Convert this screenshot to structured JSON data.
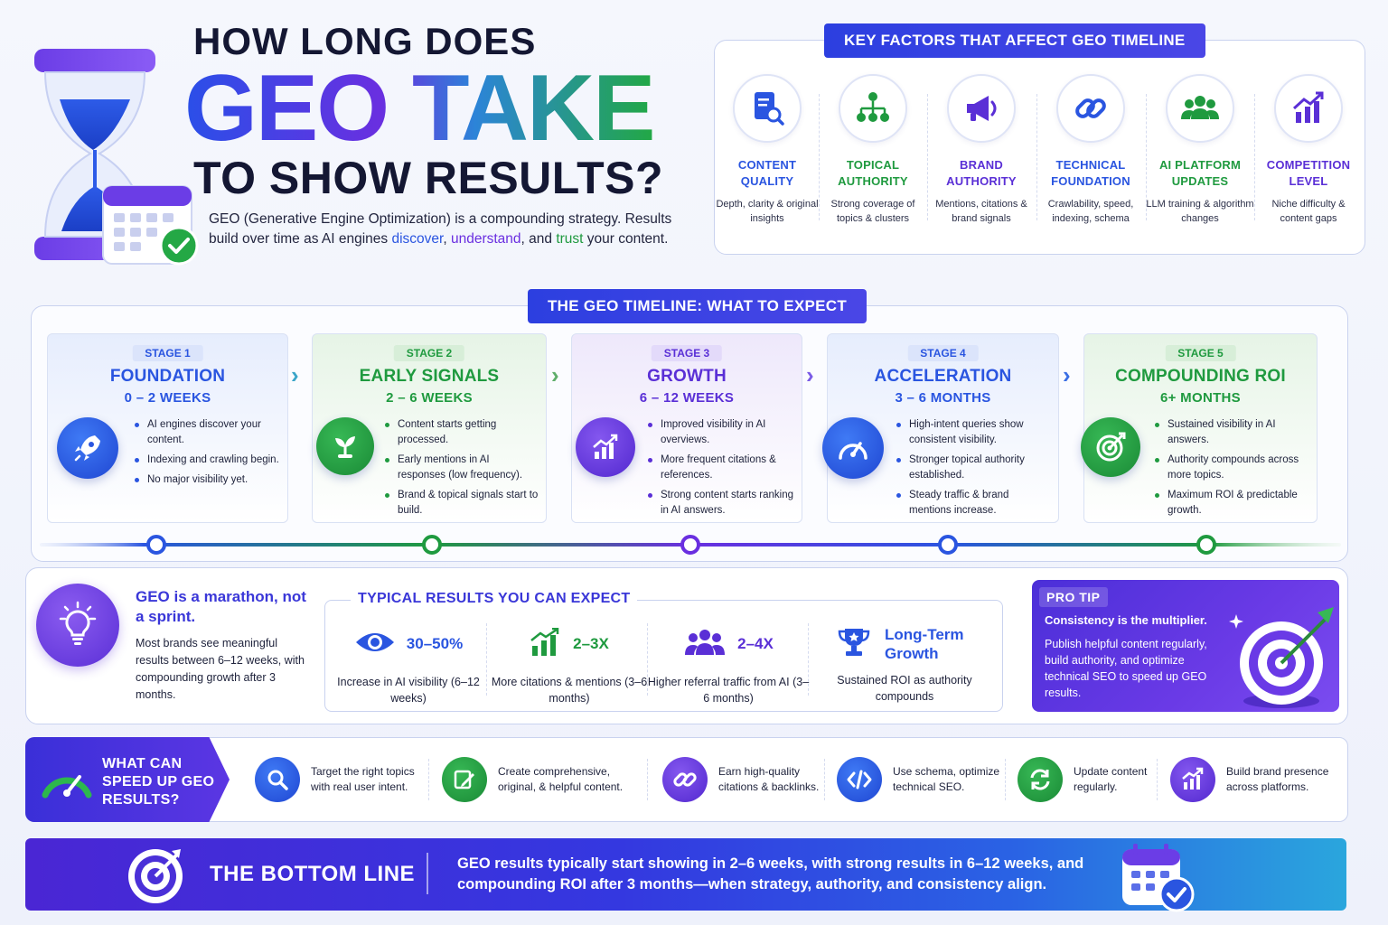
{
  "hero": {
    "line1": "HOW LONG DOES",
    "line2": "GEO TAKE",
    "line3": "TO SHOW RESULTS?",
    "intro_part1": "GEO (Generative Engine Optimization) is a compounding strategy. Results build over time as AI engines ",
    "intro_discover": "discover",
    "intro_comma": ", ",
    "intro_understand": "understand",
    "intro_part2": ", and ",
    "intro_trust": "trust",
    "intro_part3": " your content."
  },
  "factors": {
    "title": "KEY FACTORS THAT AFFECT GEO TIMELINE",
    "items": [
      {
        "title": "CONTENT QUALITY",
        "desc": "Depth, clarity & original insights",
        "icon": "document-search-icon",
        "color": "#2a55e0"
      },
      {
        "title": "TOPICAL AUTHORITY",
        "desc": "Strong coverage of topics & clusters",
        "icon": "hierarchy-icon",
        "color": "#1f9a3f"
      },
      {
        "title": "BRAND AUTHORITY",
        "desc": "Mentions, citations & brand signals",
        "icon": "megaphone-icon",
        "color": "#5a2fd6"
      },
      {
        "title": "TECHNICAL FOUNDATION",
        "desc": "Crawlability, speed, indexing, schema",
        "icon": "link-icon",
        "color": "#2a55e0"
      },
      {
        "title": "AI PLATFORM UPDATES",
        "desc": "LLM training & algorithm changes",
        "icon": "users-icon",
        "color": "#1f9a3f"
      },
      {
        "title": "COMPETITION LEVEL",
        "desc": "Niche difficulty & content gaps",
        "icon": "chart-up-icon",
        "color": "#5a2fd6"
      }
    ]
  },
  "timeline": {
    "title": "THE GEO TIMELINE: WHAT TO EXPECT",
    "stages": [
      {
        "badge": "STAGE 1",
        "title": "FOUNDATION",
        "duration": "0 – 2 WEEKS",
        "icon": "rocket-icon",
        "color": "#2a55e0",
        "bullets": [
          "AI engines discover your content.",
          "Indexing and crawling begin.",
          "No major visibility yet."
        ]
      },
      {
        "badge": "STAGE 2",
        "title": "EARLY SIGNALS",
        "duration": "2 – 6 WEEKS",
        "icon": "sprout-icon",
        "color": "#1f9a3f",
        "bullets": [
          "Content starts getting processed.",
          "Early mentions in AI responses (low frequency).",
          "Brand & topical signals start to build."
        ]
      },
      {
        "badge": "STAGE 3",
        "title": "GROWTH",
        "duration": "6 – 12 WEEKS",
        "icon": "growth-chart-icon",
        "color": "#5a2fd6",
        "bullets": [
          "Improved visibility in AI overviews.",
          "More frequent citations & references.",
          "Strong content starts ranking in AI answers."
        ]
      },
      {
        "badge": "STAGE 4",
        "title": "ACCELERATION",
        "duration": "3 – 6 MONTHS",
        "icon": "speedometer-icon",
        "color": "#2a55e0",
        "bullets": [
          "High-intent queries show consistent visibility.",
          "Stronger topical authority established.",
          "Steady traffic & brand mentions increase."
        ]
      },
      {
        "badge": "STAGE 5",
        "title": "COMPOUNDING ROI",
        "duration": "6+ MONTHS",
        "icon": "target-icon",
        "color": "#1f9a3f",
        "bullets": [
          "Sustained visibility in AI answers.",
          "Authority compounds across more topics.",
          "Maximum ROI & predictable growth."
        ]
      }
    ]
  },
  "marathon": {
    "title": "GEO is a marathon, not a sprint.",
    "text": "Most brands see meaningful results between 6–12 weeks, with compounding growth after 3 months."
  },
  "typical": {
    "title": "TYPICAL RESULTS YOU CAN EXPECT",
    "items": [
      {
        "value": "30–50%",
        "label": "Increase in AI visibility (6–12 weeks)",
        "icon": "eye-icon",
        "color": "#2a55e0"
      },
      {
        "value": "2–3X",
        "label": "More citations & mentions (3–6 months)",
        "icon": "bar-chart-icon",
        "color": "#1f9a3f"
      },
      {
        "value": "2–4X",
        "label": "Higher referral traffic from AI (3–6 months)",
        "icon": "users-icon",
        "color": "#5a2fd6"
      },
      {
        "value": "Long-Term Growth",
        "label": "Sustained ROI as authority compounds",
        "icon": "trophy-icon",
        "color": "#2a55e0"
      }
    ]
  },
  "protip": {
    "badge": "PRO TIP",
    "headline": "Consistency is the multiplier.",
    "text": "Publish helpful content regularly, build authority, and optimize technical SEO to speed up GEO results."
  },
  "speed": {
    "title": "WHAT CAN SPEED UP GEO RESULTS?",
    "tips": [
      {
        "text": "Target the right topics with real user intent.",
        "icon": "search-icon",
        "color": "#2a55e0"
      },
      {
        "text": "Create comprehensive, original, & helpful content.",
        "icon": "pencil-icon",
        "color": "#1f9a3f"
      },
      {
        "text": "Earn high-quality citations & backlinks.",
        "icon": "link-icon",
        "color": "#5a2fd6"
      },
      {
        "text": "Use schema, optimize technical SEO.",
        "icon": "code-icon",
        "color": "#2a55e0"
      },
      {
        "text": "Update content regularly.",
        "icon": "refresh-icon",
        "color": "#1f9a3f"
      },
      {
        "text": "Build brand presence across platforms.",
        "icon": "chart-up-icon",
        "color": "#5a2fd6"
      }
    ]
  },
  "bottom": {
    "title": "THE BOTTOM LINE",
    "text": "GEO results typically start showing in 2–6 weeks, with strong results in 6–12 weeks, and compounding ROI after 3 months—when strategy, authority, and consistency align."
  },
  "colors": {
    "blue": "#2a55e0",
    "green": "#1f9a3f",
    "violet": "#5a2fd6",
    "navy": "#141733"
  }
}
